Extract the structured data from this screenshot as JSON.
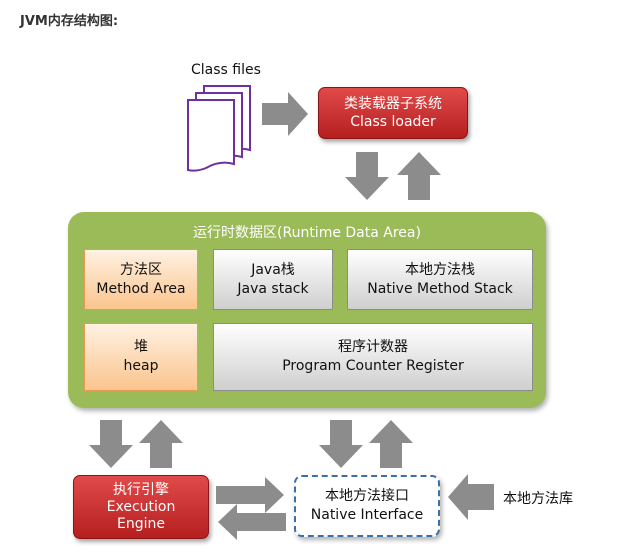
{
  "heading": "JVM内存结构图:",
  "class_files_label": "Class files",
  "class_loader": {
    "line1": "类装载器子系统",
    "line2": "Class loader"
  },
  "runtime_area": {
    "title": "运行时数据区(Runtime Data Area)",
    "method_area": {
      "line1": "方法区",
      "line2": "Method Area"
    },
    "java_stack": {
      "line1": "Java栈",
      "line2": "Java stack"
    },
    "native_stack": {
      "line1": "本地方法栈",
      "line2": "Native Method Stack"
    },
    "heap": {
      "line1": "堆",
      "line2": "heap"
    },
    "pc_register": {
      "line1": "程序计数器",
      "line2": "Program Counter Register"
    }
  },
  "execution_engine": {
    "line1": "执行引擎",
    "line2": "Execution",
    "line3": "Engine"
  },
  "native_interface": {
    "line1": "本地方法接口",
    "line2": "Native Interface"
  },
  "native_library_label": "本地方法库",
  "colors": {
    "red": "#c0282a",
    "green": "#9bbb59",
    "orange": "#fbc58e",
    "arrow": "#8c8c8c",
    "dash": "#3b6fa8"
  }
}
